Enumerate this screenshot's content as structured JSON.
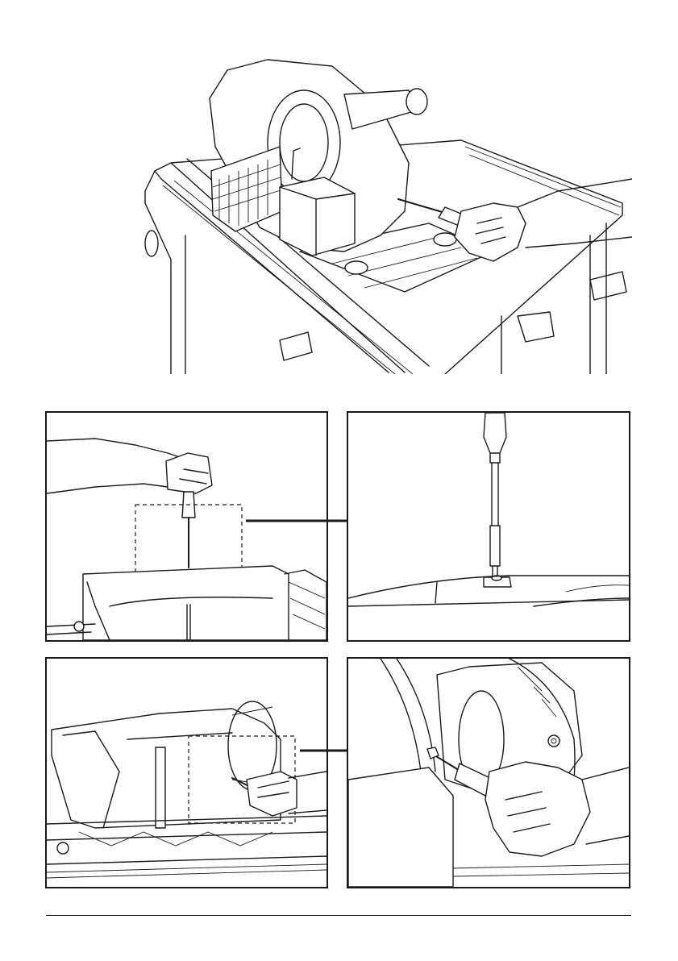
{
  "page": {
    "background": "#ffffff",
    "line_color": "#1a1a1a"
  },
  "figures": {
    "main": {
      "name": "tile-saw-overview-illustration"
    },
    "panels": [
      {
        "name": "panel-screw-removal-top",
        "callout": "dashed-box",
        "arrow_to": "panel-screwdriver-closeup"
      },
      {
        "name": "panel-screwdriver-closeup"
      },
      {
        "name": "panel-screw-removal-side",
        "callout": "dashed-box",
        "arrow_to": "panel-side-closeup"
      },
      {
        "name": "panel-side-closeup"
      }
    ]
  }
}
